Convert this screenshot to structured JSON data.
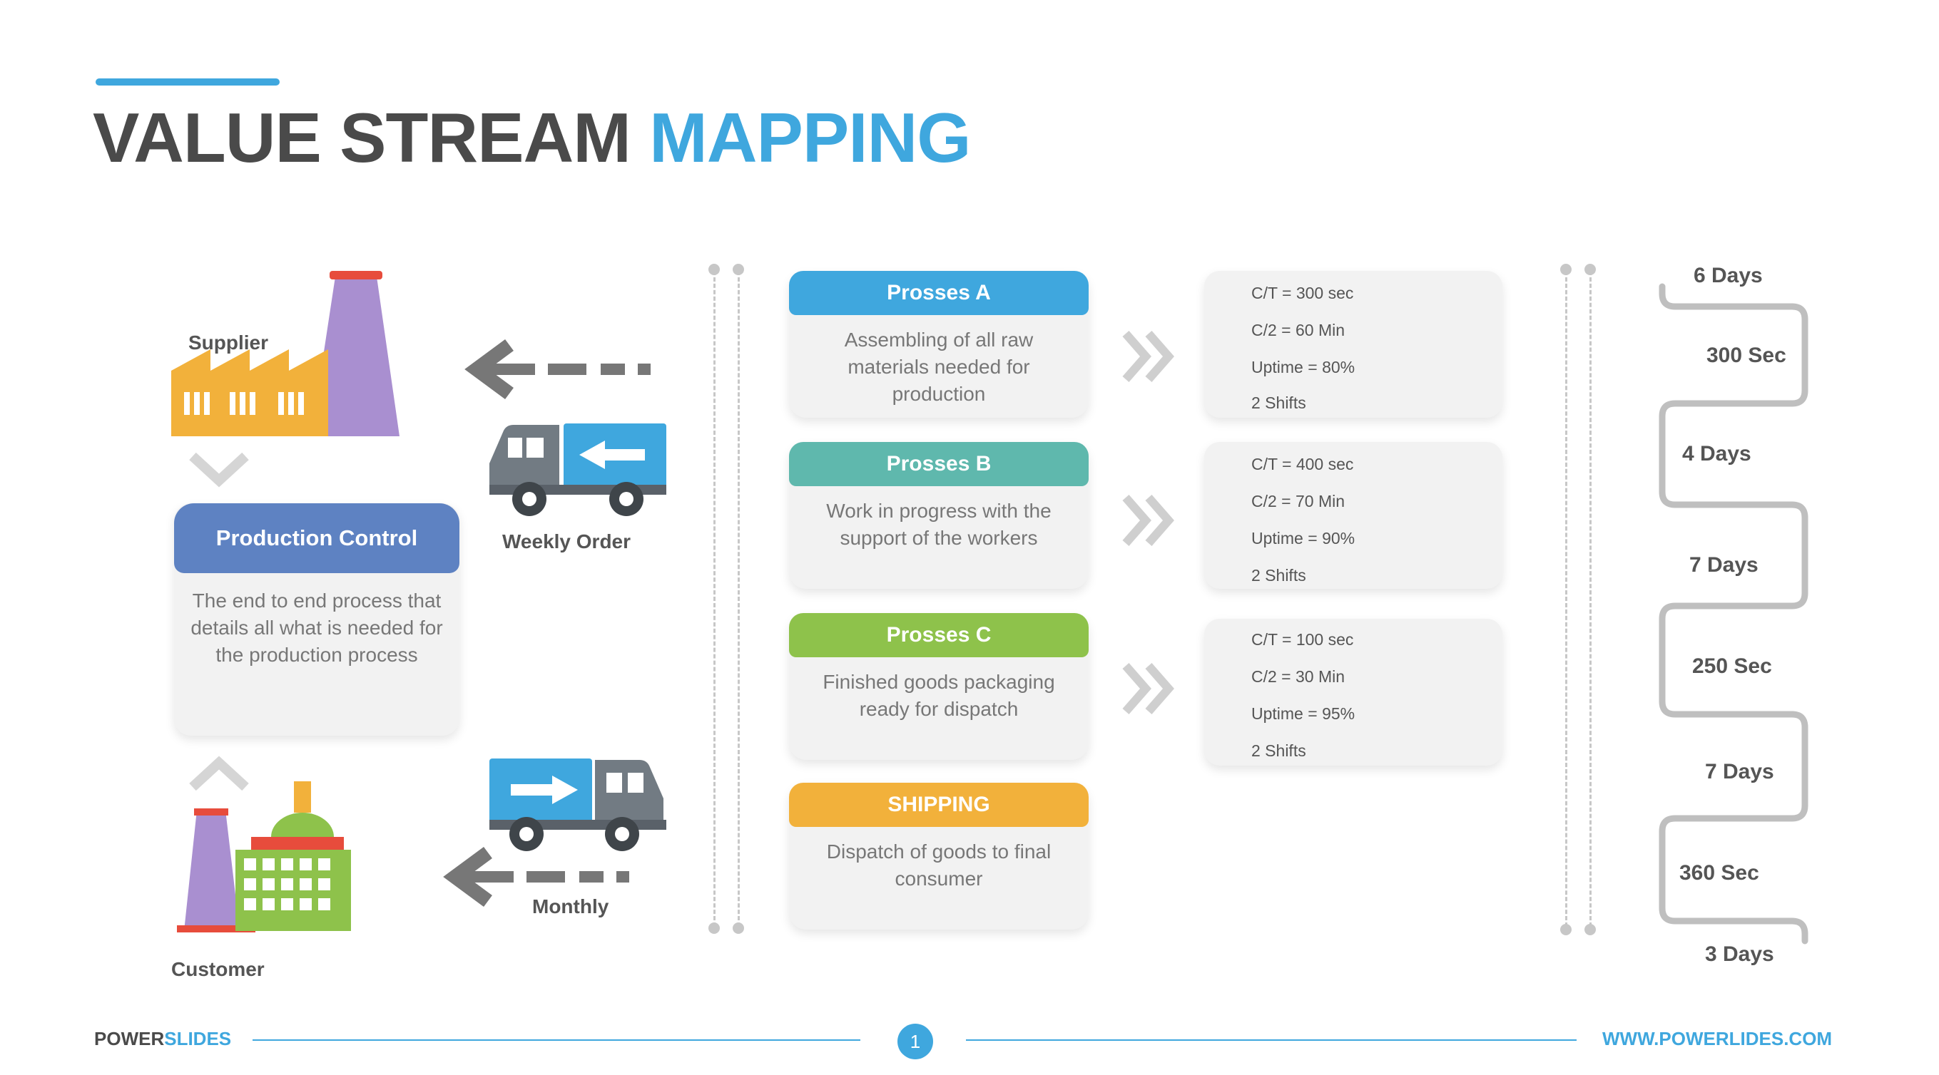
{
  "title": {
    "part1": "VALUE STREAM",
    "part2": "MAPPING"
  },
  "left": {
    "supplier_label": "Supplier",
    "customer_label": "Customer",
    "weekly_label": "Weekly Order",
    "monthly_label": "Monthly",
    "production": {
      "title": "Production Control",
      "text": "The end to end process that details all what is needed for the production process"
    }
  },
  "processes": [
    {
      "title": "Prosses A",
      "text": "Assembling of all raw materials needed for production",
      "color": "#3fa7de"
    },
    {
      "title": "Prosses B",
      "text": "Work in progress with the support of the workers",
      "color": "#5fb8ad"
    },
    {
      "title": "Prosses C",
      "text": "Finished goods packaging ready for dispatch",
      "color": "#8ec24b"
    },
    {
      "title": "SHIPPING",
      "text": "Dispatch of goods to final consumer",
      "color": "#f2b13b"
    }
  ],
  "metrics": [
    [
      "C/T = 300 sec",
      "C/2 = 60 Min",
      "Uptime = 80%",
      "2 Shifts"
    ],
    [
      "C/T = 400 sec",
      "C/2 = 70 Min",
      "Uptime = 90%",
      "2 Shifts"
    ],
    [
      "C/T = 100 sec",
      "C/2 = 30 Min",
      "Uptime = 95%",
      "2 Shifts"
    ]
  ],
  "timeline": [
    "6 Days",
    "300 Sec",
    "4 Days",
    "7 Days",
    "250 Sec",
    "7 Days",
    "360 Sec",
    "3 Days"
  ],
  "footer": {
    "brand1": "POWER",
    "brand2": "SLIDES",
    "page": "1",
    "url": "WWW.POWERLIDES.COM"
  },
  "colors": {
    "accent": "#3fa7de",
    "production": "#5e82c2",
    "factory_orange": "#f2b13b",
    "chimney_purple": "#a98fd0",
    "truck_gray": "#727b83"
  }
}
